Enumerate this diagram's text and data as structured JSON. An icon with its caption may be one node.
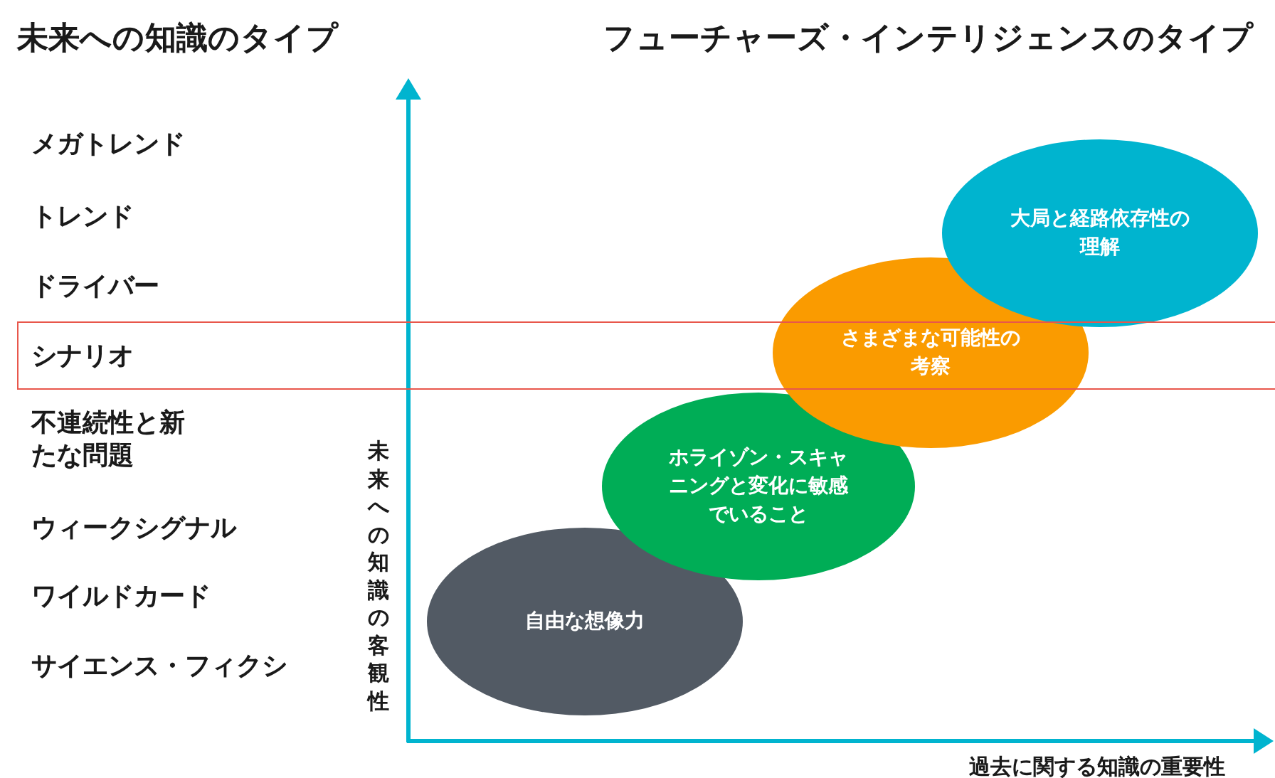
{
  "diagram": {
    "nodes": [
      {
        "text": [
          "シナリオ"
        ]
      },
      {
        "text": [
          "自由な想像力"
        ]
      },
      {
        "text": [
          "ホライゾン・スキャニングと変化に敏感でいること"
        ]
      },
      {
        "text": [
          "さまざまな可能性の考察"
        ]
      },
      {
        "text": [
          "大局と経路依存性の理解"
        ]
      }
    ],
    "edges": [],
    "labels": [
      "未来への知識のタイプ",
      "フューチャーズ・インテリジェンスのタイプ",
      "メガトレンド",
      "トレンド",
      "ドライバー",
      "不連続性と新たな問題",
      "ウィークシグナル",
      "ワイルドカード",
      "サイエンス・フィクシ",
      "未来への知識の客観性",
      "過去に関する知識の重要性"
    ]
  }
}
